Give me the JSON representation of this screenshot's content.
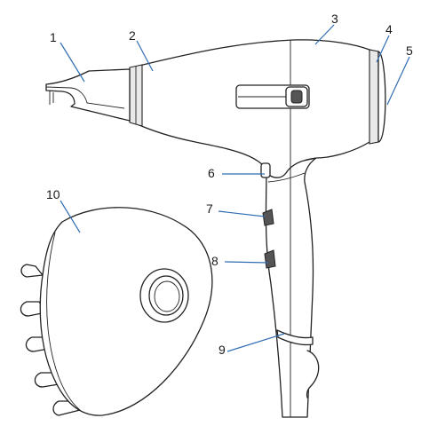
{
  "callouts": [
    {
      "id": "1",
      "label": "1"
    },
    {
      "id": "2",
      "label": "2"
    },
    {
      "id": "3",
      "label": "3"
    },
    {
      "id": "4",
      "label": "4"
    },
    {
      "id": "5",
      "label": "5"
    },
    {
      "id": "6",
      "label": "6"
    },
    {
      "id": "7",
      "label": "7"
    },
    {
      "id": "8",
      "label": "8"
    },
    {
      "id": "9",
      "label": "9"
    },
    {
      "id": "10",
      "label": "10"
    }
  ],
  "colors": {
    "leader": "#2f6db3",
    "outline": "#222222",
    "background": "#ffffff"
  }
}
